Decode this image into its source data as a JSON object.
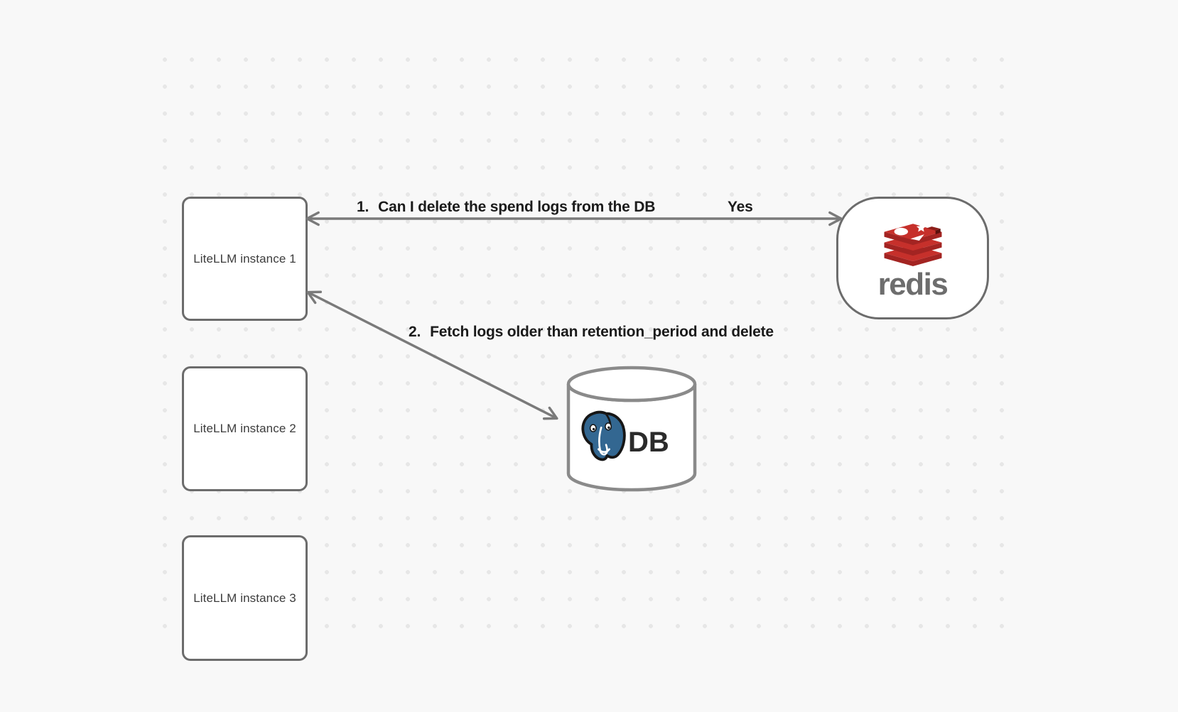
{
  "diagram": {
    "nodes": {
      "instance1": {
        "label": "LiteLLM instance 1"
      },
      "instance2": {
        "label": "LiteLLM instance 2"
      },
      "instance3": {
        "label": "LiteLLM instance 3"
      },
      "redis": {
        "wordmark": "redis"
      },
      "db": {
        "label": "DB"
      }
    },
    "edges": {
      "ask_redis": {
        "number": "1.",
        "text": "Can I delete the spend logs from the DB",
        "response": "Yes"
      },
      "fetch_delete": {
        "number": "2.",
        "text": "Fetch logs older than retention_period and delete"
      }
    },
    "colors": {
      "background": "#f8f8f8",
      "grid_dot": "#e7e7e7",
      "edge_stroke": "#7a7a7a",
      "node_border": "#6c6c6c",
      "node_text": "#3c3c3c",
      "label_text": "#1b1b1b",
      "redis_red": "#C6302B",
      "redis_red_dark": "#A32422",
      "redis_wordmark_gray": "#6d6d6d",
      "postgres_blue": "#336791",
      "db_text": "#2b2b2b"
    }
  }
}
